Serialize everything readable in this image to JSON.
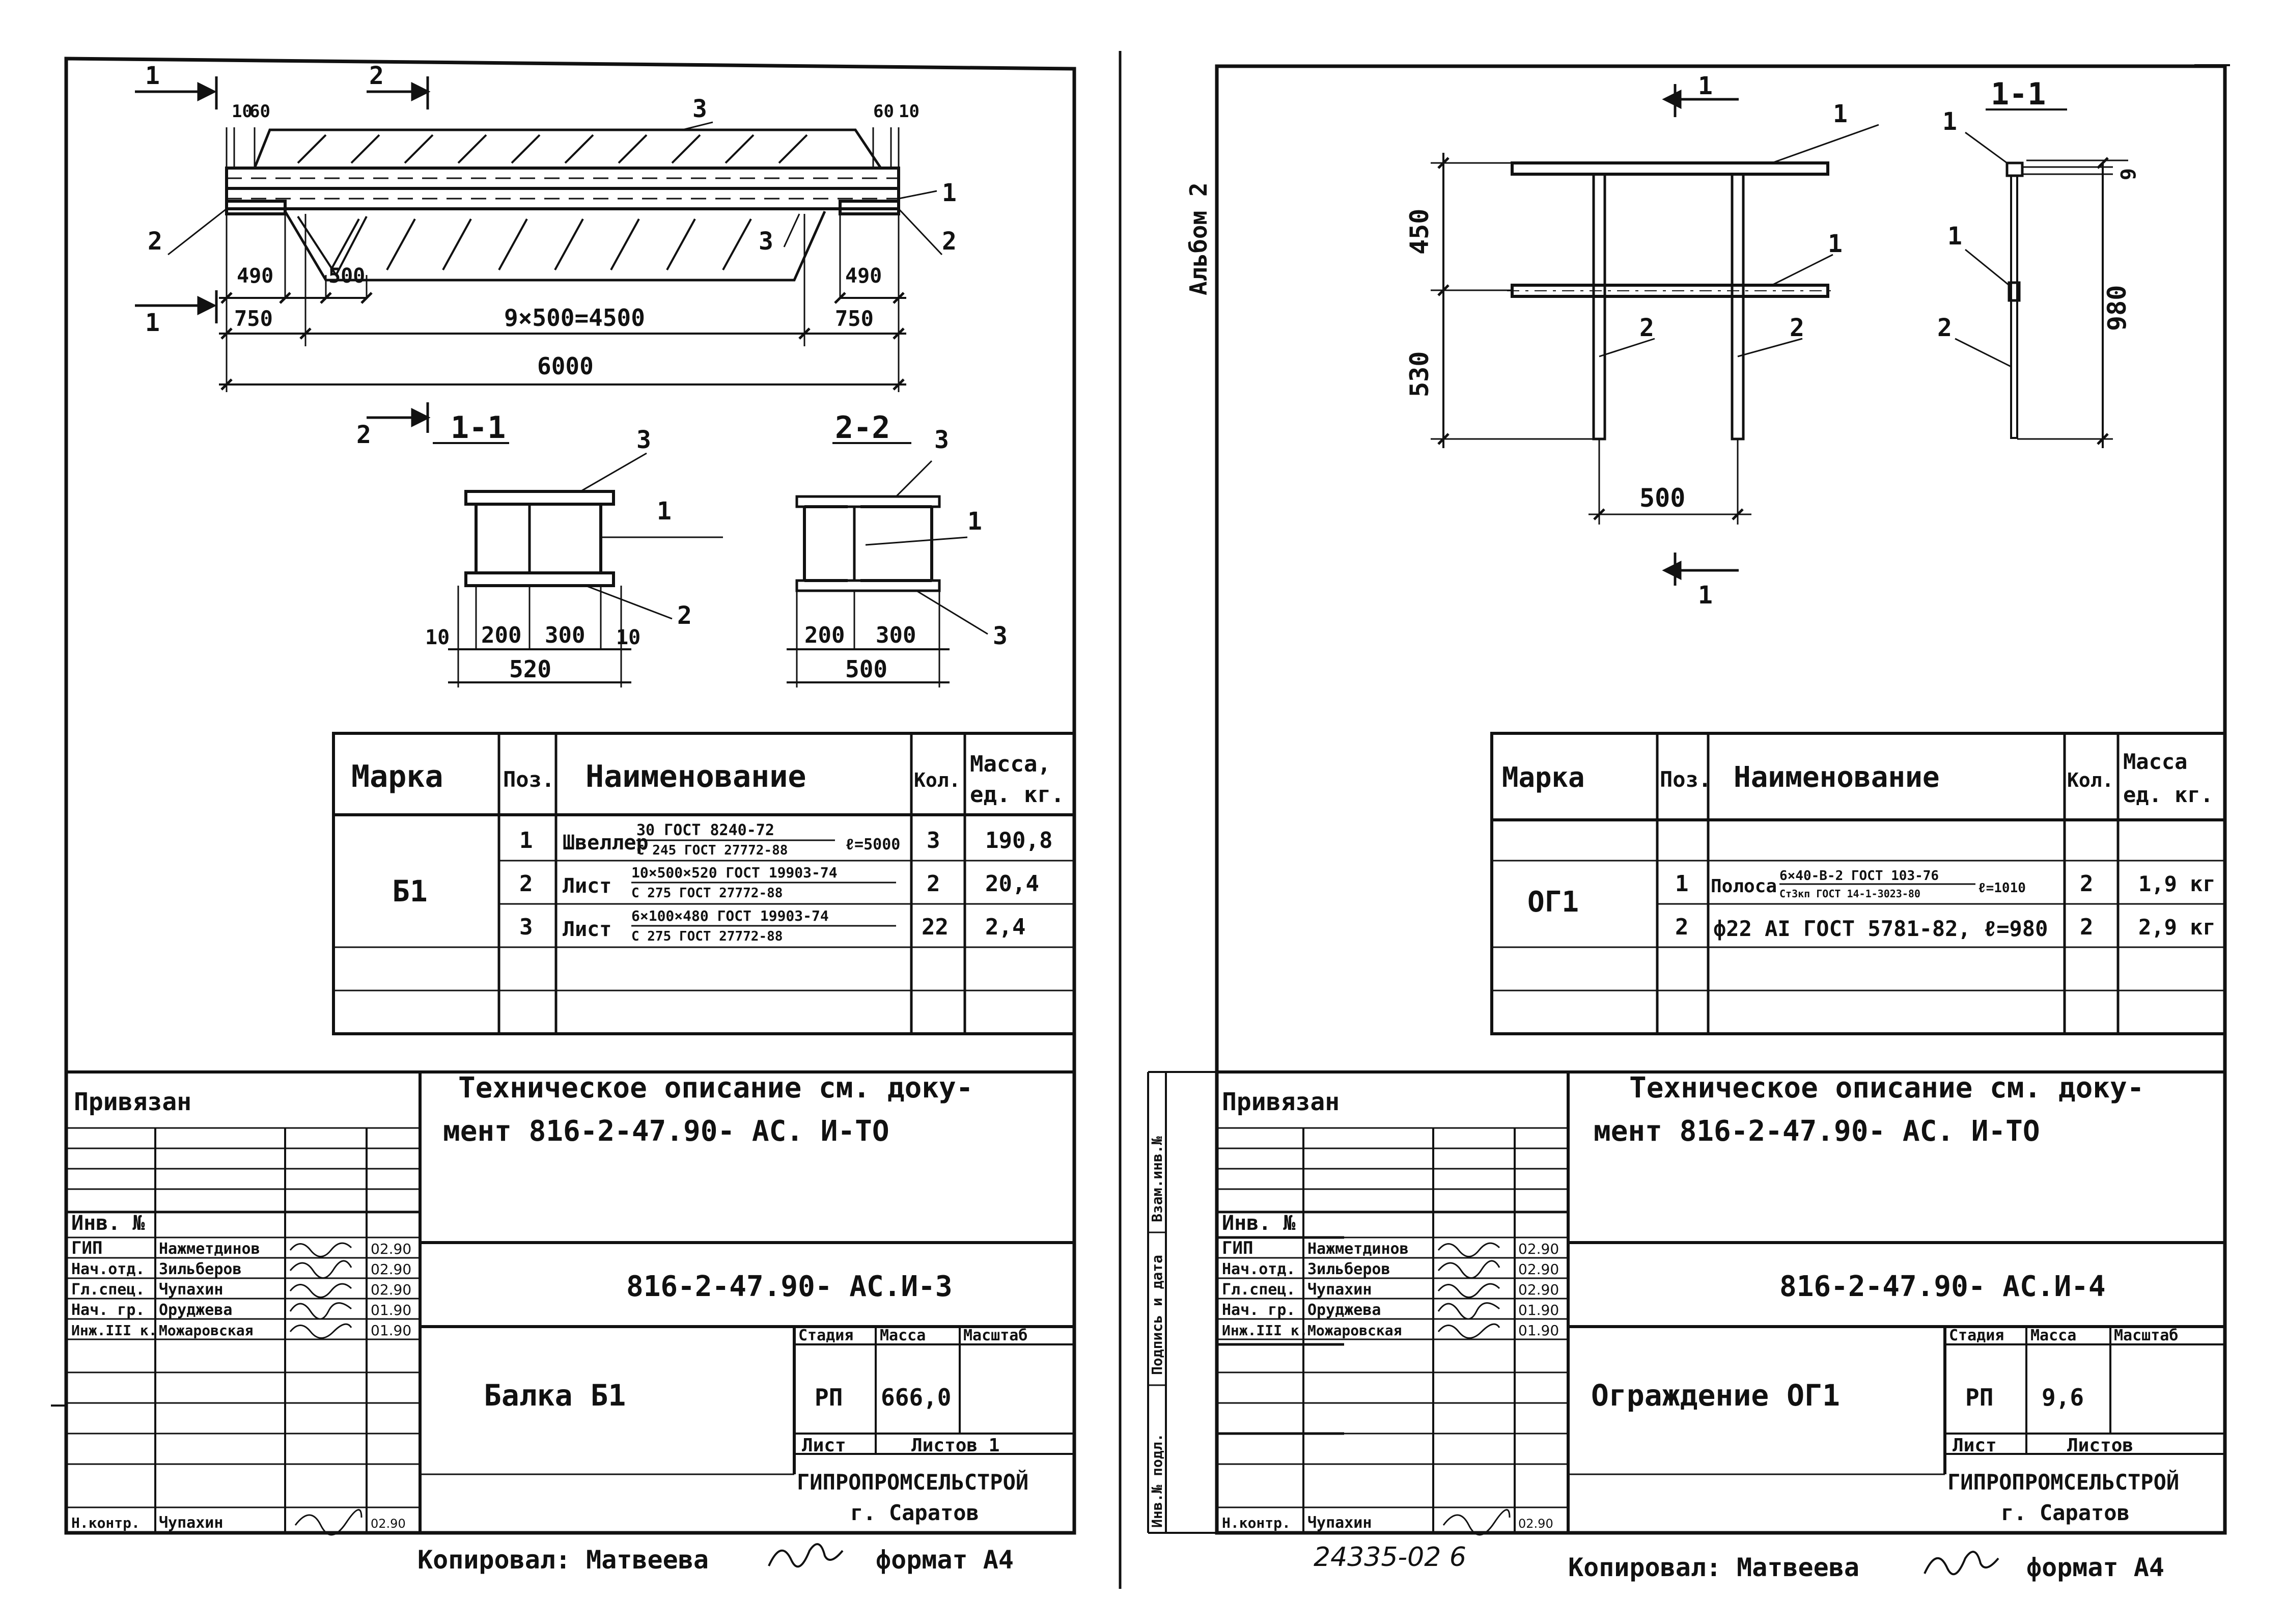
{
  "left": {
    "dims": {
      "d10a": "10",
      "d60a": "60",
      "d60b": "60",
      "d10b": "10",
      "d490a": "490",
      "d500": "500",
      "d490b": "490",
      "d750a": "750",
      "d9x500": "9×500=4500",
      "d750b": "750",
      "d6000": "6000"
    },
    "pos": {
      "p1": "1",
      "p2": "2",
      "p3": "3",
      "p1r": "1",
      "p2b": "2",
      "p3b": "3",
      "p2r": "2"
    },
    "sec_marks": {
      "a": "1",
      "b": "2",
      "c": "1",
      "d": "2"
    },
    "section11": {
      "title": "1-1",
      "p3": "3",
      "p1": "1",
      "p2": "2",
      "d10a": "10",
      "d200": "200",
      "d300": "300",
      "d10b": "10",
      "d520": "520"
    },
    "section22": {
      "title": "2-2",
      "p3": "3",
      "p1": "1",
      "p3b": "3",
      "d200": "200",
      "d300": "300",
      "d500": "500"
    },
    "spec": {
      "headers": [
        "Марка",
        "Поз.",
        "Наименование",
        "Кол.",
        "Масса,",
        "ед. кг."
      ],
      "mark": "Б1",
      "rows": [
        {
          "pos": "1",
          "name": "Швеллер",
          "top": "30 ГОСТ 8240-72",
          "bot": "С 245 ГОСТ 27772-88",
          "extra": "ℓ=5000",
          "qty": "3",
          "mass": "190,8"
        },
        {
          "pos": "2",
          "name": "Лист",
          "top": "10×500×520 ГОСТ 19903-74",
          "bot": "С 275 ГОСТ 27772-88",
          "extra": "",
          "qty": "2",
          "mass": "20,4"
        },
        {
          "pos": "3",
          "name": "Лист",
          "top": "6×100×480 ГОСТ 19903-74",
          "bot": "С 275 ГОСТ 27772-88",
          "extra": "",
          "qty": "22",
          "mass": "2,4"
        }
      ]
    },
    "title_block": {
      "privyazan": "Привязан",
      "note1": "Техническое описание см. доку-",
      "note2": "мент  816-2-47.90- АС. И-ТО",
      "inv": "Инв. №",
      "code": "816-2-47.90- АС.И-3",
      "staff": [
        {
          "role": "ГИП",
          "name": "Нажметдинов",
          "date": "02.90"
        },
        {
          "role": "Нач.отд.",
          "name": "Зильберов",
          "date": "02.90"
        },
        {
          "role": "Гл.спец.",
          "name": "Чупахин",
          "date": "02.90"
        },
        {
          "role": "Нач. гр.",
          "name": "Оруджева",
          "date": "01.90"
        },
        {
          "role": "Инж.III к.",
          "name": "Можаровская",
          "date": "01.90"
        }
      ],
      "nkontr": {
        "role": "Н.контр.",
        "name": "Чупахин",
        "date": "02.90"
      },
      "title": "Балка Б1",
      "stadiya": "Стадия",
      "massa": "Масса",
      "masshtab": "Масштаб",
      "st_val": "РП",
      "mass_val": "666,0",
      "list": "Лист",
      "listov": "Листов 1",
      "org": "ГИПРОПРОМСЕЛЬСТРОЙ",
      "city": "г. Саратов"
    },
    "footer": "Копировал: Матвеева",
    "format": "формат А4"
  },
  "right": {
    "album": "Альбом 2",
    "dims": {
      "d450": "450",
      "d530": "530",
      "d500": "500",
      "d980": "980",
      "d6": "6"
    },
    "pos": {
      "p1a": "1",
      "p1b": "1",
      "p2a": "2",
      "p2b": "2"
    },
    "sec_marks": {
      "a": "1",
      "b": "1"
    },
    "section11": {
      "title": "1-1",
      "p1a": "1",
      "p1b": "1",
      "p2": "2"
    },
    "spec": {
      "headers": [
        "Марка",
        "Поз.",
        "Наименование",
        "Кол.",
        "Масса",
        "ед. кг."
      ],
      "mark": "ОГ1",
      "rows": [
        {
          "pos": "1",
          "name": "Полоса",
          "top": "6×40-В-2 ГОСТ 103-76",
          "bot": "Ст3кп ГОСТ 14-1-3023-80",
          "extra": "ℓ=1010",
          "qty": "2",
          "mass": "1,9 кг"
        },
        {
          "pos": "2",
          "name": "",
          "top": "ф22 АI ГОСТ 5781-82, ℓ=980",
          "bot": "",
          "extra": "",
          "qty": "2",
          "mass": "2,9 кг"
        }
      ]
    },
    "title_block": {
      "side_labels": [
        "Инв.№ подл.",
        "Подпись и дата",
        "Взам.инв.№"
      ],
      "privyazan": "Привязан",
      "note1": "Техническое описание см. доку-",
      "note2": "мент  816-2-47.90- АС. И-ТО",
      "inv": "Инв. №",
      "code": "816-2-47.90- АС.И-4",
      "staff": [
        {
          "role": "ГИП",
          "name": "Нажметдинов",
          "date": "02.90"
        },
        {
          "role": "Нач.отд.",
          "name": "Зильберов",
          "date": "02.90"
        },
        {
          "role": "Гл.спец.",
          "name": "Чупахин",
          "date": "02.90"
        },
        {
          "role": "Нач. гр.",
          "name": "Оруджева",
          "date": "01.90"
        },
        {
          "role": "Инж.III к.",
          "name": "Можаровская",
          "date": "01.90"
        }
      ],
      "nkontr": {
        "role": "Н.контр.",
        "name": "Чупахин",
        "date": "02.90"
      },
      "title": "Ограждение ОГ1",
      "stadiya": "Стадия",
      "massa": "Масса",
      "masshtab": "Масштаб",
      "st_val": "РП",
      "mass_val": "9,6",
      "list": "Лист",
      "listov": "Листов",
      "org": "ГИПРОПРОМСЕЛЬСТРОЙ",
      "city": "г. Саратов"
    },
    "archive": "24335-02  6",
    "footer": "Копировал: Матвеева",
    "format": "формат А4"
  }
}
